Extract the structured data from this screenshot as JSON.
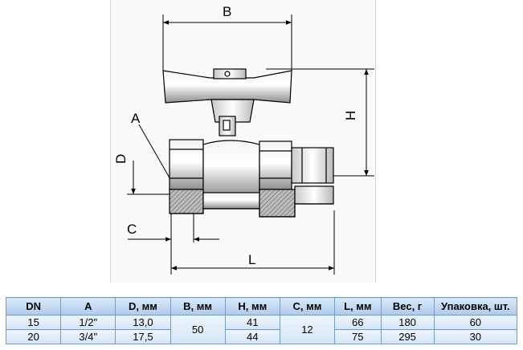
{
  "diagram": {
    "labels": {
      "b": "B",
      "h": "H",
      "d": "D",
      "a": "A",
      "c": "C",
      "l": "L"
    }
  },
  "table": {
    "headers": [
      "DN",
      "A",
      "D, мм",
      "B, мм",
      "H, мм",
      "C, мм",
      "L, мм",
      "Вес, г",
      "Упаковка, шт."
    ],
    "rows": [
      [
        "15",
        "1/2\"",
        "13,0",
        "50",
        "41",
        "12",
        "66",
        "180",
        "60"
      ],
      [
        "20",
        "3/4\"",
        "17,5",
        "",
        "44",
        "",
        "75",
        "295",
        "30"
      ]
    ]
  }
}
